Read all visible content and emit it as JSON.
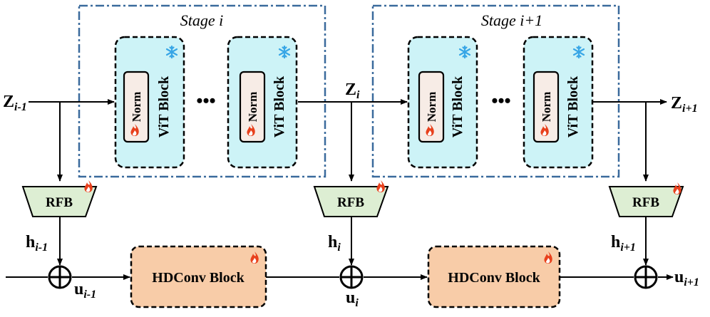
{
  "stages": [
    {
      "title": "Stage i"
    },
    {
      "title": "Stage i+1"
    }
  ],
  "vit_block_label": "ViT Block",
  "norm_label": "Norm",
  "ellipsis": "•••",
  "rfb_label": "RFB",
  "hdconv_label": "HDConv Block",
  "z_labels": {
    "left": {
      "base": "Z",
      "sub": "i-1"
    },
    "mid": {
      "base": "Z",
      "sub": "i"
    },
    "right": {
      "base": "Z",
      "sub": "i+1"
    }
  },
  "h_labels": {
    "left": {
      "base": "h",
      "sub": "i-1"
    },
    "mid": {
      "base": "h",
      "sub": "i"
    },
    "right": {
      "base": "h",
      "sub": "i+1"
    }
  },
  "u_labels": {
    "left": {
      "base": "u",
      "sub": "i-1"
    },
    "mid": {
      "base": "u",
      "sub": "i"
    },
    "right": {
      "base": "u",
      "sub": "i+1"
    }
  },
  "colors": {
    "stage_border": "#3a6a9c",
    "vit_fill": "#cdf3f7",
    "norm_fill": "#f7ece6",
    "rfb_fill": "#ddeed3",
    "hdconv_fill": "#f8cca8",
    "snowflake": "#38a6e6",
    "flame": "#e8401c"
  },
  "icons": {
    "frozen": "snowflake-icon",
    "trainable": "flame-icon"
  }
}
